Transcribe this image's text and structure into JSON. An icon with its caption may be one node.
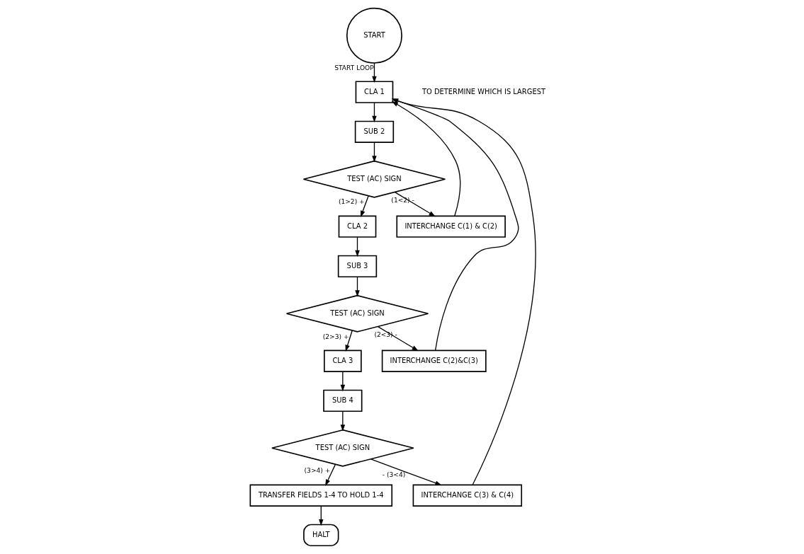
{
  "diagram": {
    "nodes": [
      {
        "text": [
          "START"
        ]
      },
      {
        "text": [
          "CLA 1"
        ]
      },
      {
        "text": [
          "SUB 2"
        ]
      },
      {
        "text": [
          "TEST (AC) SIGN"
        ]
      },
      {
        "text": [
          "CLA 2"
        ]
      },
      {
        "text": [
          "INTERCHANGE C(1) & C(2)"
        ]
      },
      {
        "text": [
          "SUB 3"
        ]
      },
      {
        "text": [
          "TEST (AC) SIGN"
        ]
      },
      {
        "text": [
          "CLA 3"
        ]
      },
      {
        "text": [
          "SUB 4"
        ]
      },
      {
        "text": [
          "INTERCHANGE C(2)&C(3)"
        ]
      },
      {
        "text": [
          "TEST (AC) SIGN"
        ]
      },
      {
        "text": [
          "TRANSFER FIELDS 1-4 TO HOLD 1-4"
        ]
      },
      {
        "text": [
          "INTERCHANGE C(3) & C(4)"
        ]
      },
      {
        "text": [
          "HALT"
        ]
      }
    ],
    "edges": [
      {
        "from": 0,
        "to": 1,
        "arrow": "to",
        "label": "START LOOP"
      },
      {
        "from": 1,
        "to": 2,
        "arrow": "to"
      },
      {
        "from": 2,
        "to": 3,
        "arrow": "to"
      },
      {
        "from": 3,
        "to": 4,
        "arrow": "to",
        "label": "(1>2) +"
      },
      {
        "from": 3,
        "to": 5,
        "arrow": "to",
        "label": "(1<2) -"
      },
      {
        "from": 4,
        "to": 6,
        "arrow": "to"
      },
      {
        "from": 6,
        "to": 7,
        "arrow": "to"
      },
      {
        "from": 7,
        "to": 8,
        "arrow": "to",
        "label": "(2>3) +"
      },
      {
        "from": 7,
        "to": 10,
        "arrow": "to",
        "label": "(2<3) -"
      },
      {
        "from": 8,
        "to": 9,
        "arrow": "to"
      },
      {
        "from": 9,
        "to": 11,
        "arrow": "to"
      },
      {
        "from": 11,
        "to": 12,
        "arrow": "to",
        "label": "(3>4) +"
      },
      {
        "from": 11,
        "to": 13,
        "arrow": "to",
        "label": "- (3<4)"
      },
      {
        "from": 12,
        "to": 14,
        "arrow": "to"
      },
      {
        "from": 5,
        "to": 1,
        "arrow": "to"
      },
      {
        "from": 10,
        "to": 1,
        "arrow": "to"
      },
      {
        "from": 13,
        "to": 1,
        "arrow": "to"
      }
    ],
    "labels": [
      "TO DETERMINE WHICH IS LARGEST"
    ]
  }
}
